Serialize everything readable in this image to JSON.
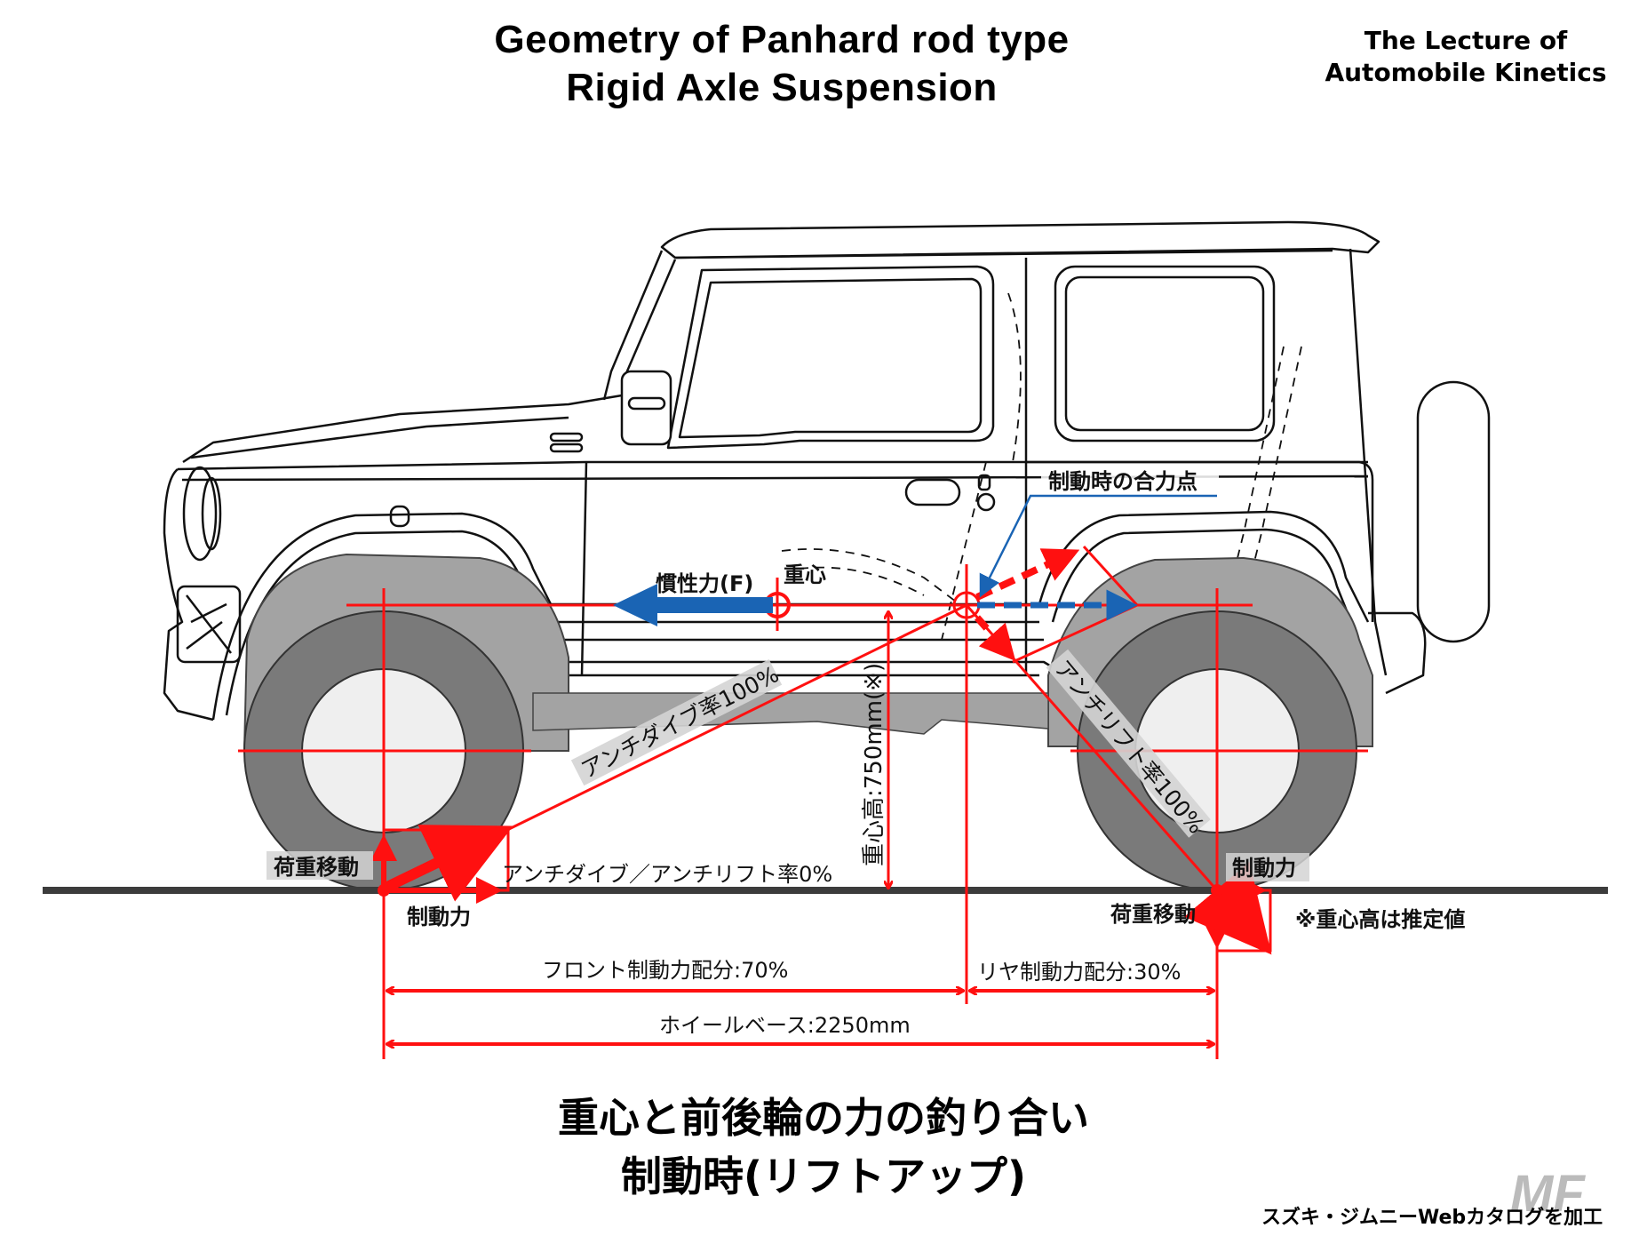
{
  "header": {
    "title_line1": "Geometry of Panhard rod type",
    "title_line2": "Rigid Axle Suspension",
    "series_line1": "The Lecture of",
    "series_line2": "Automobile Kinetics"
  },
  "labels": {
    "inertia_force": "慣性力(F)",
    "center_of_gravity": "重心",
    "resultant_point": "制動時の合力点",
    "anti_dive": "アンチダイブ率100%",
    "anti_lift": "アンチリフト率100%",
    "cg_height": "重心高:750mm(※)",
    "front_load_transfer": "荷重移動",
    "front_braking_force": "制動力",
    "zero_ratio": "アンチダイブ／アンチリフト率0%",
    "rear_braking_force": "制動力",
    "rear_load_transfer": "荷重移動",
    "note": "※重心高は推定値",
    "front_distribution": "フロント制動力配分:70%",
    "rear_distribution": "リヤ制動力配分:30%",
    "wheelbase": "ホイールベース:2250mm"
  },
  "values": {
    "wheelbase_mm": 2250,
    "cg_height_mm": 750,
    "front_brake_distribution_pct": 70,
    "rear_brake_distribution_pct": 30,
    "anti_dive_pct": 100,
    "anti_lift_pct": 100
  },
  "footer": {
    "title_line1": "重心と前後輪の力の釣り合い",
    "title_line2": "制動時(リフトアップ)",
    "credit": "スズキ・ジムニーWebカタログを加工",
    "watermark": "MF"
  },
  "colors": {
    "red": "#ff1010",
    "blue": "#1a64b4",
    "tire": "#7a7a7a",
    "wheel_well": "#a3a3a3",
    "hub": "#efefef",
    "ground": "#3c3c3c"
  }
}
